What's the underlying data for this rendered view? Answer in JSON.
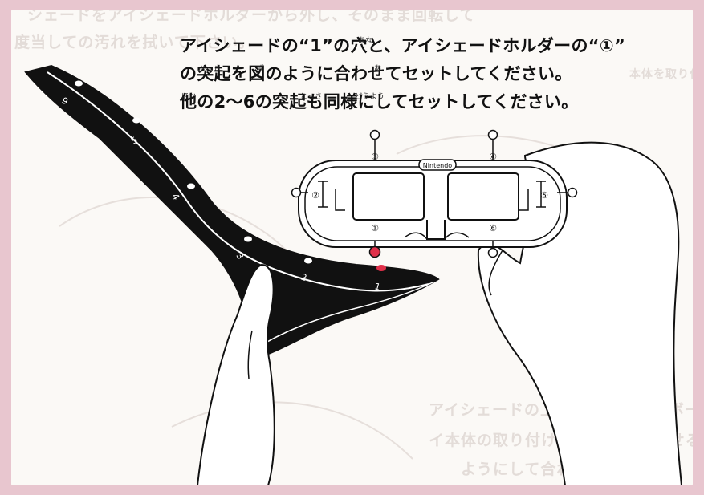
{
  "instructions": {
    "lines": [
      "アイシェードの“1”の穴と、アイシェードホルダーの“①”",
      "の突起を図のように合わせてセットしてください。",
      "他の2〜6の突起も同様にしてセットしてください。"
    ],
    "ruby": [
      "あな",
      "とっき",
      "ず",
      "あ",
      "ほか",
      "とっき",
      "どうよう"
    ]
  },
  "bleed_through": [
    "シェードをアイシェードホルダーから外し、そのまま回転して",
    "度当しての汚れを拭いて下さい。",
    "本体を取り付けます。",
    "アイシェードの上部をバーチャルボー",
    "イ本体の取り付け部の上部にそわせる",
    "ようにして合わせます。"
  ],
  "holder": {
    "logo": "Nintendo",
    "peg_labels": [
      "①",
      "②",
      "③",
      "④",
      "⑤",
      "⑥"
    ]
  },
  "eyeshade": {
    "hole_numbers": [
      "1",
      "2",
      "3",
      "4",
      "5",
      "6"
    ]
  },
  "colors": {
    "background": "#e8c6cf",
    "paper": "#fbf9f6",
    "ink": "#111111",
    "highlight": "#e0304a"
  }
}
